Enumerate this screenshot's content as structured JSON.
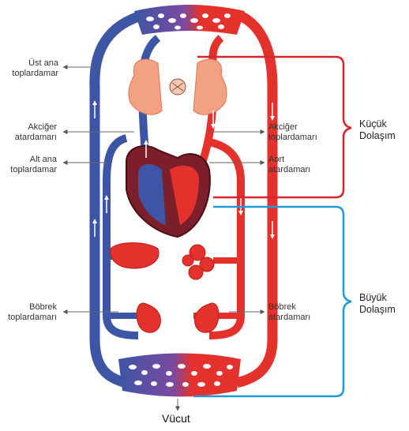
{
  "labels": {
    "ust_ana_topladamar": [
      "Üst ana",
      "toplardamar"
    ],
    "akciger_atardamari": [
      "Akciğer",
      "atardamarı"
    ],
    "alt_ana_topladamar": [
      "Alt ana",
      "toplardamar"
    ],
    "akciger_toplardamari": [
      "Akciğer",
      "toplardamarı"
    ],
    "aort_atardamari": [
      "Aort",
      "atardamarı"
    ],
    "bobrek_toplardamari": [
      "Böbrek",
      "toplardamarı"
    ],
    "bobrek_atardamari": [
      "Böbrek",
      "atardamarı"
    ],
    "vucut": "Vücut"
  },
  "circuits": {
    "kucuk": [
      "Küçük",
      "Dolaşım"
    ],
    "buyuk": [
      "Büyük",
      "Dolaşım"
    ]
  },
  "colors": {
    "oxygenated": "#e5312b",
    "deoxygenated": "#3d55a5",
    "kucuk_bracket": "#d8242c",
    "buyuk_bracket": "#1d9bd7",
    "organ": "#e8665a",
    "lung": "#f3a183"
  }
}
